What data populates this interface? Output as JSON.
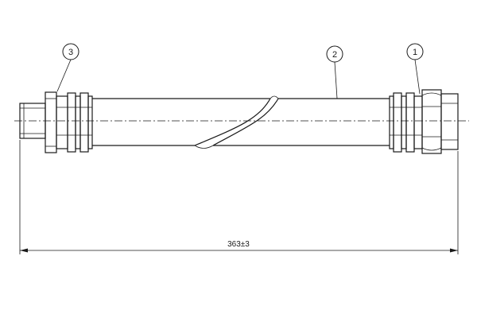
{
  "callouts": [
    {
      "id": "1",
      "label": "1"
    },
    {
      "id": "2",
      "label": "2"
    },
    {
      "id": "3",
      "label": "3"
    }
  ],
  "dimension": {
    "label": "363±3"
  },
  "colors": {
    "line": "#1a1a1a",
    "background": "#ffffff"
  }
}
